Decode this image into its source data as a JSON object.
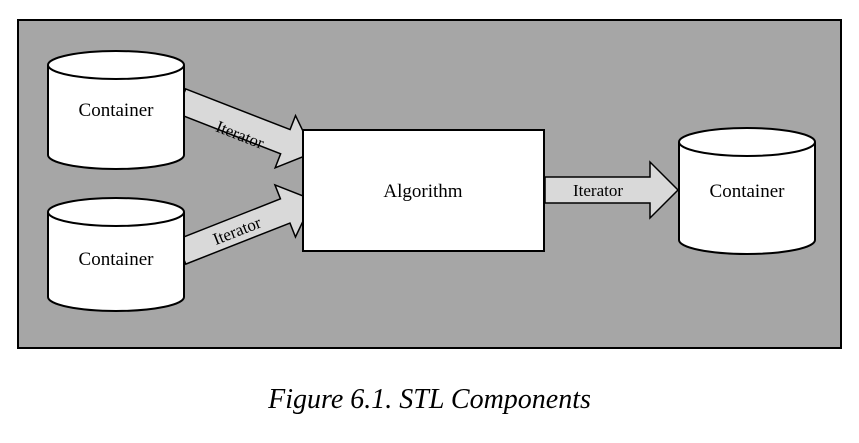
{
  "nodes": {
    "container_top_left": "Container",
    "container_bottom_left": "Container",
    "algorithm": "Algorithm",
    "container_right": "Container"
  },
  "edges": {
    "iterator_top": "Iterator",
    "iterator_bottom": "Iterator",
    "iterator_right": "Iterator"
  },
  "caption": "Figure 6.1. STL Components",
  "colors": {
    "panel_background": "#a6a6a6",
    "arrow_fill": "#d9d9d9",
    "node_fill": "#ffffff",
    "stroke": "#000000"
  }
}
